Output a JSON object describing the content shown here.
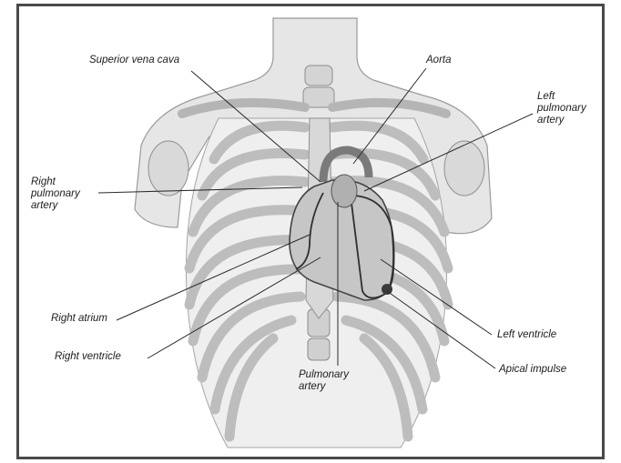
{
  "labels": {
    "superior_vena_cava": "Superior vena cava",
    "aorta": "Aorta",
    "left_pulmonary_artery": "Left\npulmonary\nartery",
    "right_pulmonary_artery": "Right\npulmonary\nartery",
    "right_atrium": "Right atrium",
    "right_ventricle": "Right ventricle",
    "pulmonary_artery": "Pulmonary\nartery",
    "left_ventricle": "Left ventricle",
    "apical_impulse": "Apical impulse"
  },
  "colors": {
    "bone": "#e2e2e2",
    "bone_shadow": "#bdbdbd",
    "heart": "#c9c9c9",
    "outline": "#3a3a3a",
    "frame": "#4a4a4a"
  }
}
